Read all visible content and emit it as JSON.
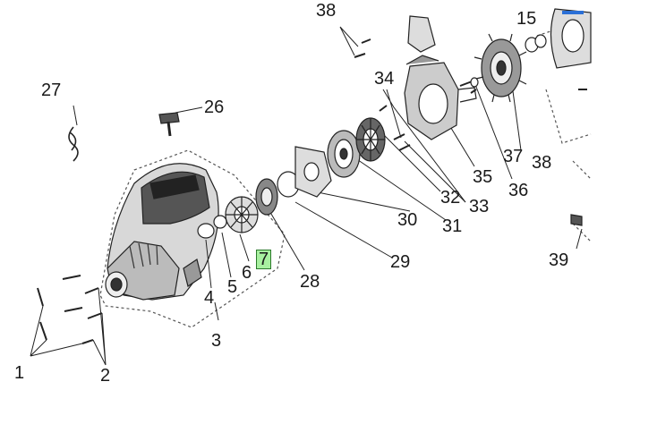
{
  "diagram": {
    "labels": {
      "p1": "1",
      "p2": "2",
      "p3": "3",
      "p4": "4",
      "p5": "5",
      "p6": "6",
      "p7": "7",
      "p15": "15",
      "p26": "26",
      "p27": "27",
      "p28": "28",
      "p29": "29",
      "p30": "30",
      "p31": "31",
      "p32": "32",
      "p33": "33",
      "p34": "34",
      "p35": "35",
      "p36": "36",
      "p37": "37",
      "p38": "38",
      "p39": "39",
      "p_top": "38"
    },
    "highlight_color": "#a8f0a0"
  }
}
